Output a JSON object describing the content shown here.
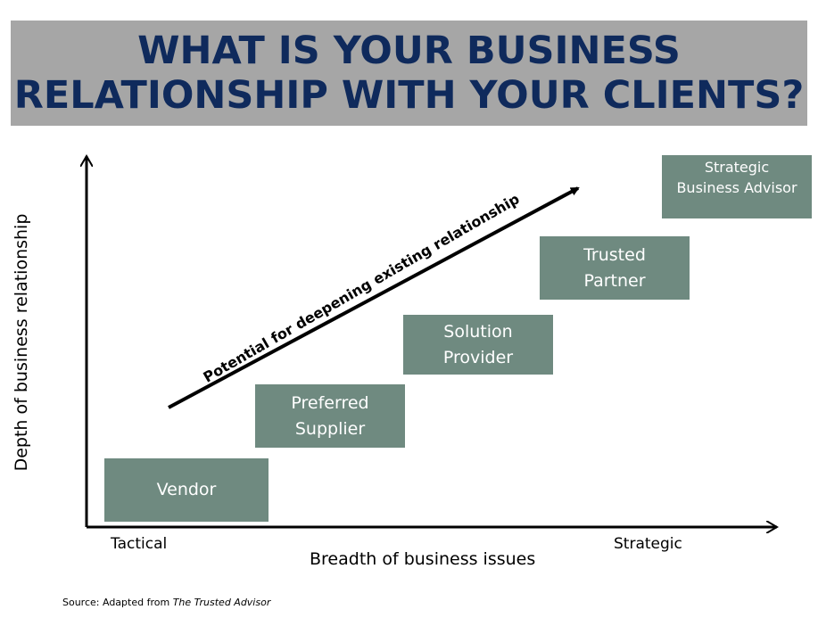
{
  "title": {
    "line1": "WHAT IS YOUR BUSINESS",
    "line2": "RELATIONSHIP WITH YOUR CLIENTS?"
  },
  "axes": {
    "y_label": "Depth of business relationship",
    "x_label": "Breadth of business issues",
    "x_left": "Tactical",
    "x_right": "Strategic"
  },
  "arrow_label": "Potential for deepening existing relationship",
  "stages": [
    {
      "id": "vendor",
      "lines": [
        "Vendor"
      ]
    },
    {
      "id": "preferred-supplier",
      "lines": [
        "Preferred",
        "Supplier"
      ]
    },
    {
      "id": "solution-provider",
      "lines": [
        "Solution",
        "Provider"
      ]
    },
    {
      "id": "trusted-partner",
      "lines": [
        "Trusted",
        "Partner"
      ]
    },
    {
      "id": "strategic-business-advisor",
      "lines": [
        "Strategic",
        "Business Advisor"
      ]
    }
  ],
  "source": {
    "prefix": "Source: Adapted from ",
    "work": "The Trusted Advisor"
  },
  "colors": {
    "title_banner": "#a6a6a6",
    "title_text": "#0f2a5c",
    "stage_box": "#6f8a80",
    "stage_text": "#ffffff"
  }
}
